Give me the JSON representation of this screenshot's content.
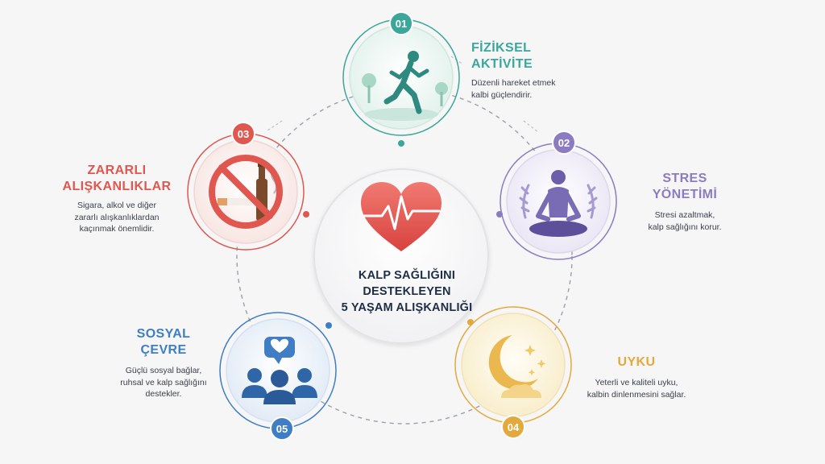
{
  "center": {
    "title_lines": [
      "KALP SAĞLIĞINI",
      "DESTEKLEYEN",
      "5 YAŞAM ALIŞKANLIĞI"
    ]
  },
  "colors": {
    "green": "#3aa79a",
    "purple": "#8b7cc1",
    "red": "#e0574f",
    "blue": "#3f7ec4",
    "yellow": "#e4a93c",
    "heart": "#e35d59"
  },
  "items": [
    {
      "number": "01",
      "title_lines": [
        "FİZİKSEL",
        "AKTİVİTE"
      ],
      "desc_lines": [
        "Düzenli hareket etmek",
        "kalbi güçlendirir."
      ],
      "icon": "running-person-icon"
    },
    {
      "number": "02",
      "title_lines": [
        "STRES",
        "YÖNETİMİ"
      ],
      "desc_lines": [
        "Stresi azaltmak,",
        "kalp sağlığını korur."
      ],
      "icon": "meditation-icon"
    },
    {
      "number": "03",
      "title_lines": [
        "ZARARLI",
        "ALIŞKANLIKLAR"
      ],
      "desc_lines": [
        "Sigara, alkol ve diğer",
        "zararlı alışkanlıklardan",
        "kaçınmak önemlidir."
      ],
      "icon": "no-smoking-alcohol-icon"
    },
    {
      "number": "04",
      "title_lines": [
        "UYKU"
      ],
      "desc_lines": [
        "Yeterli ve kaliteli uyku,",
        "kalbin dinlenmesini sağlar."
      ],
      "icon": "moon-sleep-icon"
    },
    {
      "number": "05",
      "title_lines": [
        "SOSYAL",
        "ÇEVRE"
      ],
      "desc_lines": [
        "Güçlü sosyal bağlar,",
        "ruhsal ve kalp sağlığını",
        "destekler."
      ],
      "icon": "social-group-icon"
    }
  ]
}
